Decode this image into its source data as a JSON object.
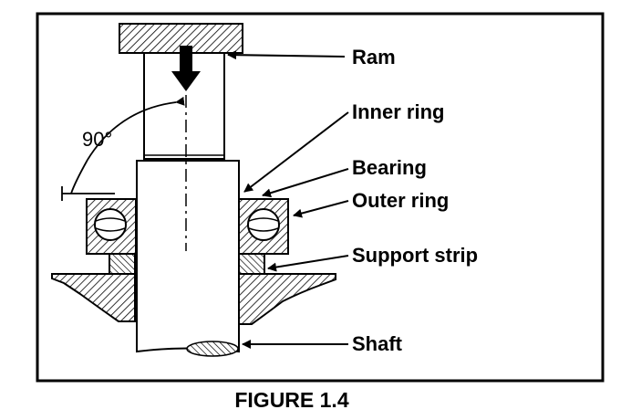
{
  "labels": {
    "ram": "Ram",
    "inner_ring": "Inner ring",
    "bearing": "Bearing",
    "outer_ring": "Outer ring",
    "support_strip": "Support strip",
    "shaft": "Shaft"
  },
  "angle": "90°",
  "caption": "FIGURE 1.4"
}
